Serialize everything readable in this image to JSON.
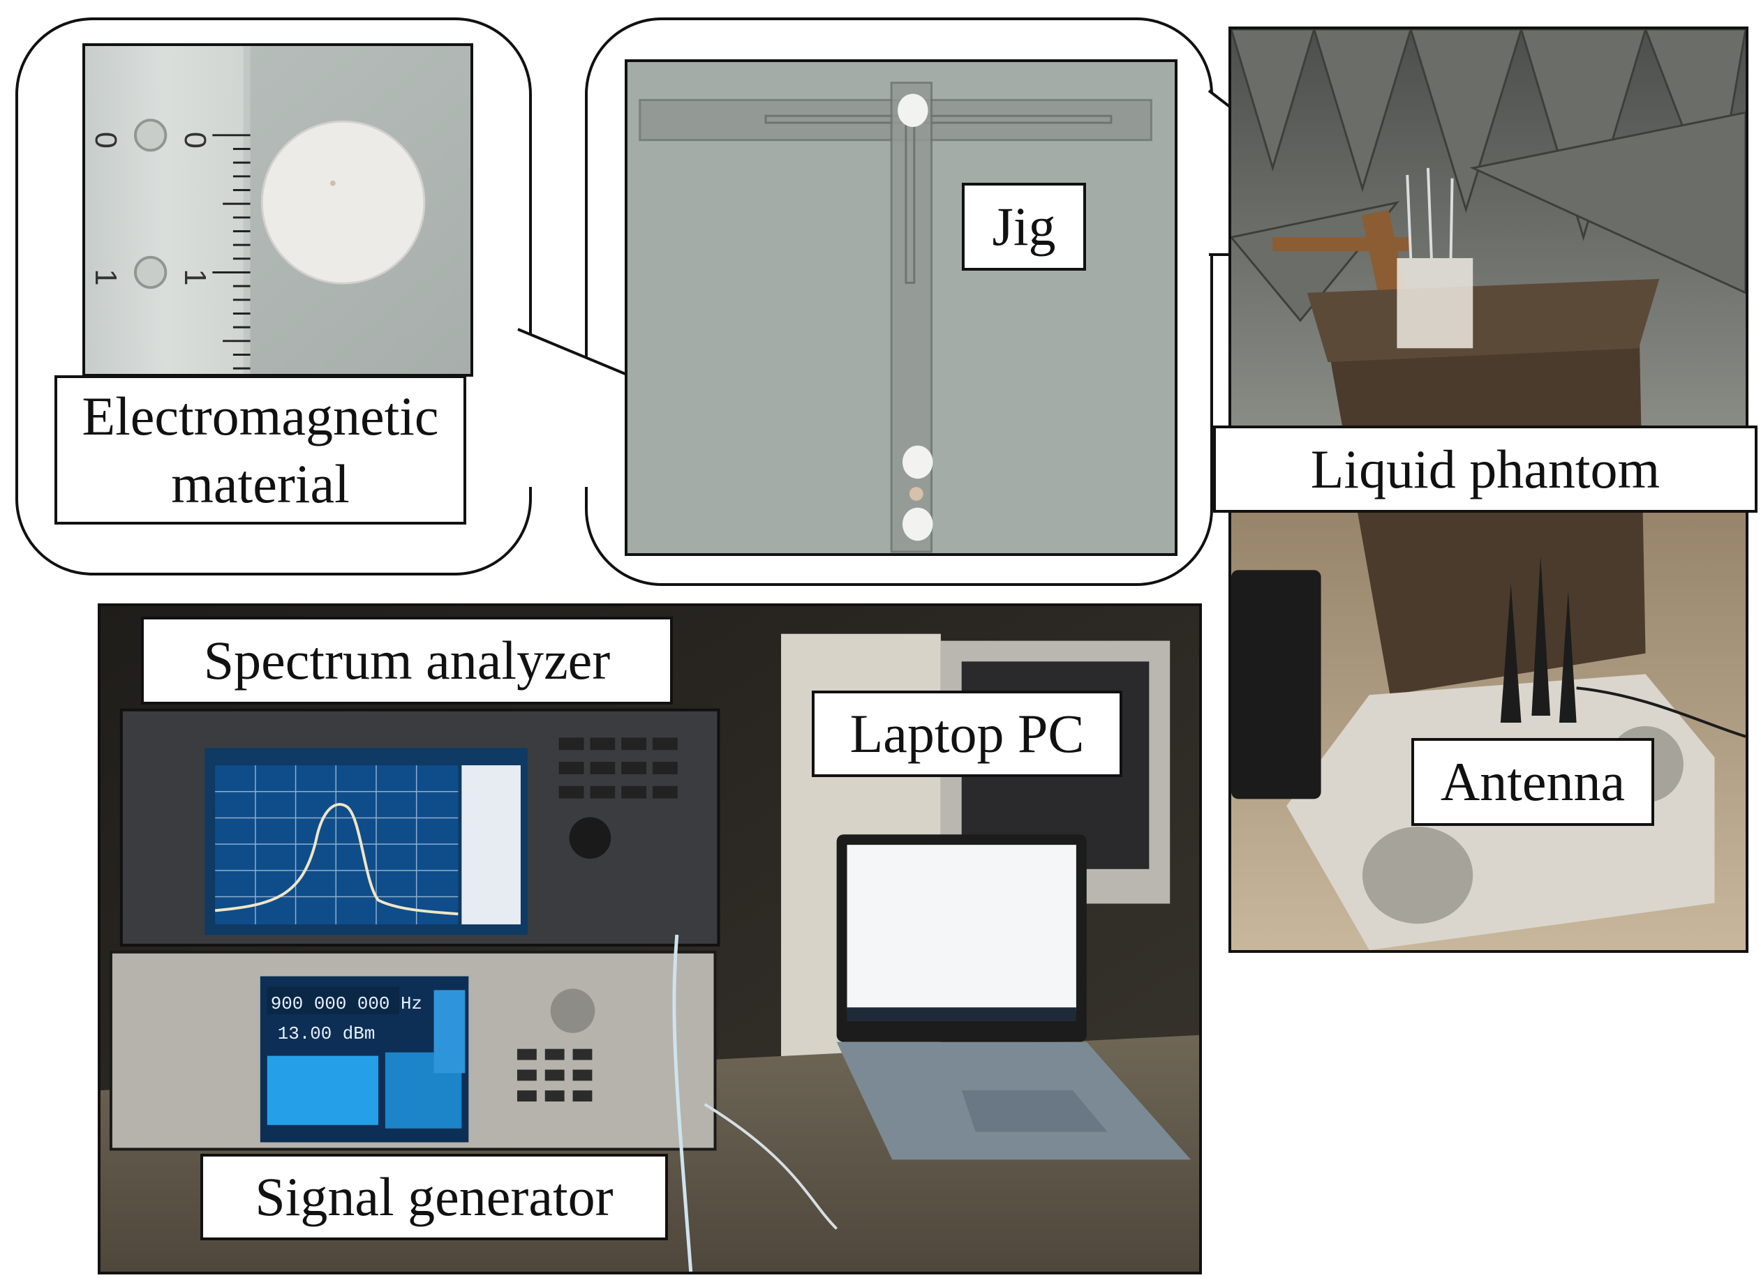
{
  "labels": {
    "em_material_line1": "Electromagnetic",
    "em_material_line2": "material",
    "jig": "Jig",
    "liquid_phantom": "Liquid phantom",
    "antenna": "Antenna",
    "spectrum_analyzer": "Spectrum analyzer",
    "laptop_pc": "Laptop PC",
    "signal_generator": "Signal generator"
  },
  "ruler_marks": [
    "0",
    "1"
  ],
  "signal_generator_display": {
    "frequency": "900 000 000 Hz",
    "level": "13.00 dBm"
  }
}
